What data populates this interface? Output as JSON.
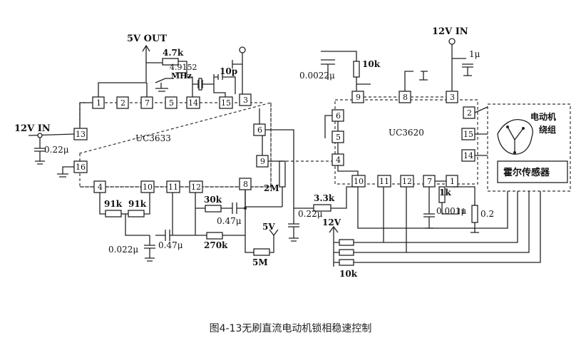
{
  "caption": "图4-13无刷直流电动机锁相稳速控制",
  "ics": {
    "left": "UC3633",
    "right": "UC3620"
  },
  "labels": {
    "out_5v": "5V OUT",
    "in_12v_left": "12V IN",
    "in_12v_right": "12V IN",
    "v12": "12V",
    "v5": "5V",
    "r_4k7": "4.7k",
    "xtal_4": "4.9152",
    "xtal_mhz": "MHz",
    "c_10p": "10p",
    "c_0_22_left": "0.22μ",
    "r_91k_a": "91k",
    "r_91k_b": "91k",
    "c_0_022_left": "0.022μ",
    "c_0_47_a": "0.47μ",
    "r_30k": "30k",
    "c_0_47_b": "0.47μ",
    "r_270k": "270k",
    "r_5m": "5M",
    "r_2m": "2M",
    "r_3k3": "3.3k",
    "c_0_22_mid": "0.22μ",
    "r_10k_top": "10k",
    "c_0_0022": "0.0022μ",
    "c_1u": "1μ",
    "r_1k": "1k",
    "c_0_001": "0.001μ",
    "r_0_2": "0.2",
    "r_10k_bottom": "10k",
    "motor_line1": "电动机",
    "motor_line2": "绕组",
    "hall": "霍尔传感器"
  },
  "pins_left": {
    "p1": "1",
    "p2": "2",
    "p7": "7",
    "p5": "5",
    "p14": "14",
    "p15": "15",
    "p3": "3",
    "p13": "13",
    "p16": "16",
    "p6": "6",
    "p9": "9",
    "p4": "4",
    "p10": "10",
    "p11": "11",
    "p12": "12",
    "p8": "8"
  },
  "pins_right": {
    "p9": "9",
    "p8": "8",
    "p3": "3",
    "p6": "6",
    "p5": "5",
    "p4": "4",
    "p2": "2",
    "p15": "15",
    "p14": "14",
    "p10": "10",
    "p11": "11",
    "p12": "12",
    "p7": "7",
    "p1": "1"
  }
}
